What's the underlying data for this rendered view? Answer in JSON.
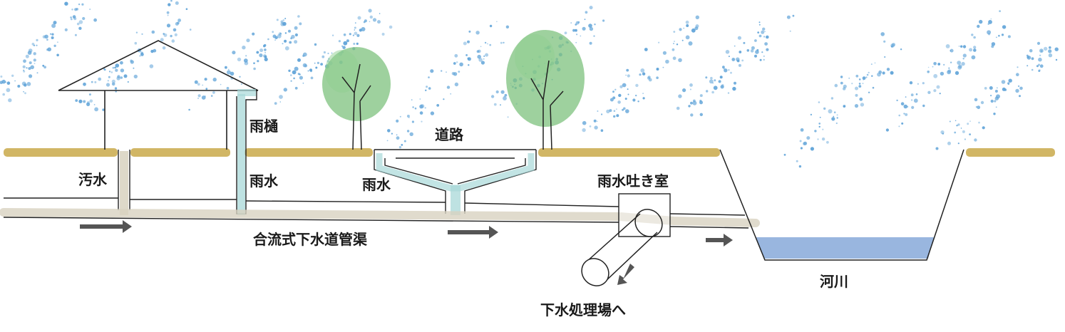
{
  "labels": {
    "rain_gutter": "雨樋",
    "road": "道路",
    "sewage": "汚水",
    "rainwater_gutter": "雨水",
    "rainwater_road": "雨水",
    "overflow_chamber": "雨水吐き室",
    "combined_sewer": "合流式下水道管渠",
    "river": "河川",
    "to_treatment": "下水処理場へ"
  },
  "colors": {
    "ground": "#c9a94a",
    "sewer_flow": "#d8d2c0",
    "rain_water": "#a8d8d8",
    "river_water": "#8eaedb",
    "rain_drops": "#5fa3d8",
    "tree_foliage": "#7dc27d",
    "arrow": "#555555",
    "line": "#222222"
  },
  "icons": [
    "house-icon",
    "tree-icon",
    "rain-icon",
    "flow-arrow-icon",
    "pipe-icon"
  ]
}
